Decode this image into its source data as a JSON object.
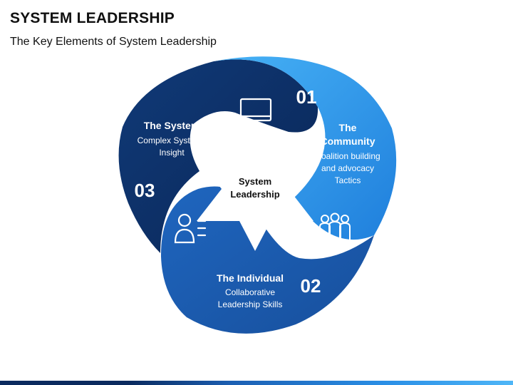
{
  "slide": {
    "title": "SYSTEM LEADERSHIP",
    "subtitle": "The Key Elements of System Leadership"
  },
  "center": {
    "line1": "System",
    "line2": "Leadership"
  },
  "segments": [
    {
      "number": "01",
      "title_lines": [
        "The",
        "Community"
      ],
      "desc_lines": [
        "Coalition building",
        "and advocacy",
        "Tactics"
      ],
      "icon": "people-group-icon",
      "color": "#2b97ee"
    },
    {
      "number": "02",
      "title_lines": [
        "The Individual"
      ],
      "desc_lines": [
        "Collaborative",
        "Leadership Skills"
      ],
      "icon": "person-profile-icon",
      "color": "#1d5fb3"
    },
    {
      "number": "03",
      "title_lines": [
        "The System"
      ],
      "desc_lines": [
        "Complex Systems",
        "Insight"
      ],
      "icon": "monitor-icon",
      "color": "#0d2f66"
    }
  ]
}
